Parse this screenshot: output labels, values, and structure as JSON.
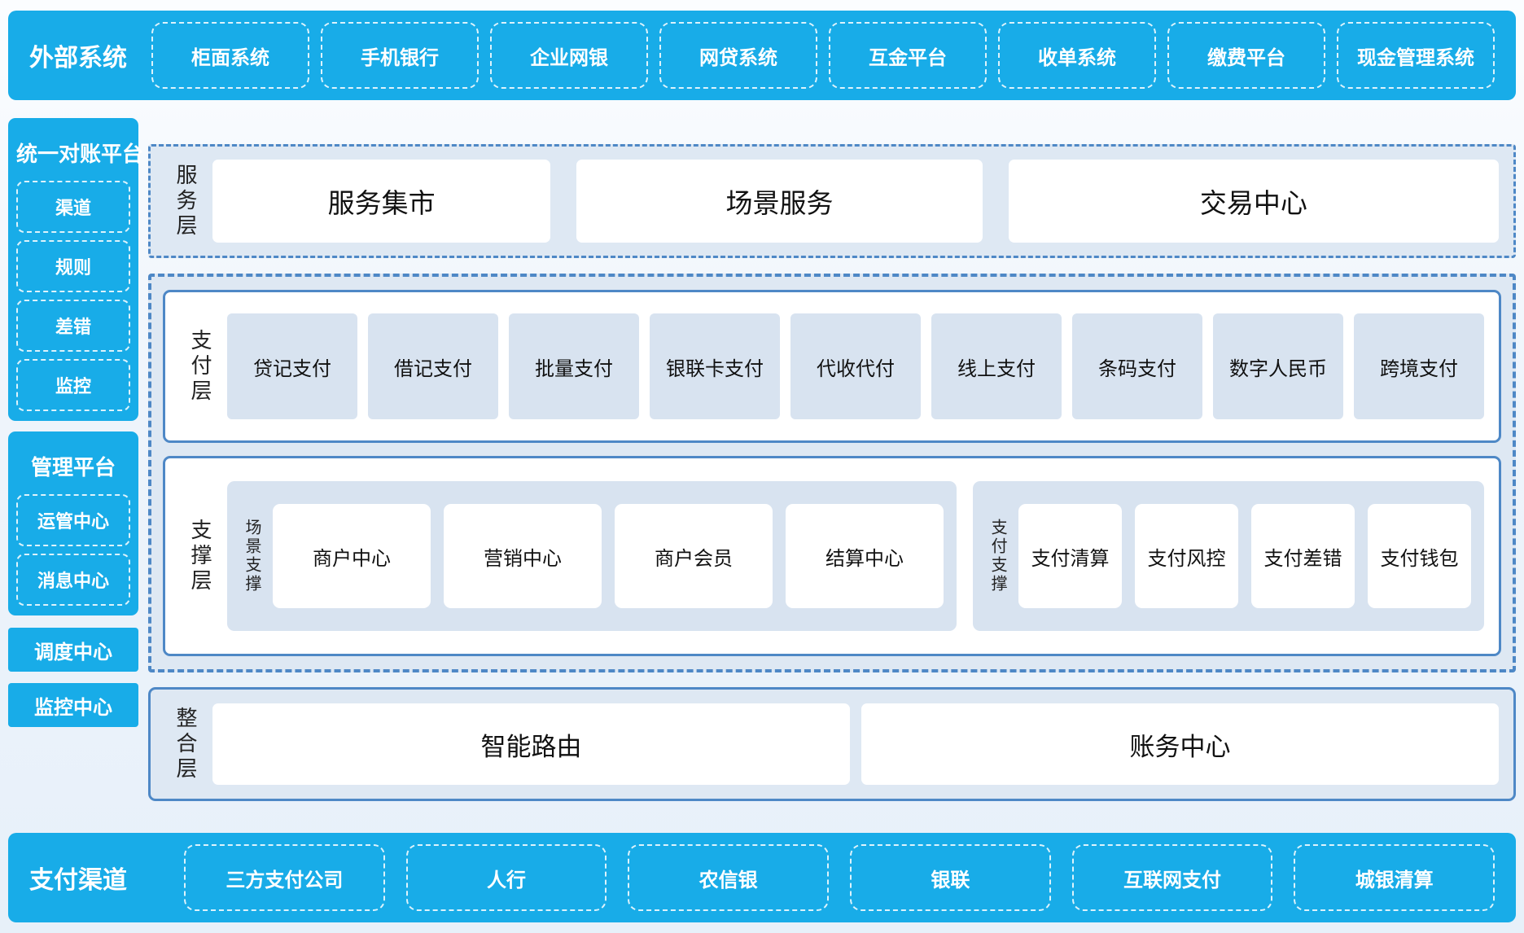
{
  "colors": {
    "accent_cyan": "#18ACE8",
    "panel_blue": "#dee8f3",
    "item_blue": "#d8e3f0",
    "border_blue": "#4E88C6",
    "box_white": "#ffffff"
  },
  "external_systems": {
    "title": "外部系统",
    "items": [
      "柜面系统",
      "手机银行",
      "企业网银",
      "网贷系统",
      "互金平台",
      "收单系统",
      "缴费平台",
      "现金管理系统"
    ]
  },
  "sidebar": {
    "reconciliation": {
      "title": "统一对账平台",
      "items": [
        "渠道",
        "规则",
        "差错",
        "监控"
      ]
    },
    "management": {
      "title": "管理平台",
      "items": [
        "运管中心",
        "消息中心"
      ]
    },
    "standalone": [
      "调度中心",
      "监控中心"
    ]
  },
  "service_layer": {
    "label": "服务层",
    "items": [
      "服务集市",
      "场景服务",
      "交易中心"
    ]
  },
  "payment_layer": {
    "label": "支付层",
    "items": [
      "贷记支付",
      "借记支付",
      "批量支付",
      "银联卡支付",
      "代收代付",
      "线上支付",
      "条码支付",
      "数字人民币",
      "跨境支付"
    ]
  },
  "support_layer": {
    "label": "支撑层",
    "groups": [
      {
        "label": "场景支撑",
        "items": [
          "商户中心",
          "营销中心",
          "商户会员",
          "结算中心"
        ]
      },
      {
        "label": "支付支撑",
        "items": [
          "支付清算",
          "支付风控",
          "支付差错",
          "支付钱包"
        ]
      }
    ]
  },
  "integration_layer": {
    "label": "整合层",
    "items": [
      "智能路由",
      "账务中心"
    ]
  },
  "payment_channels": {
    "title": "支付渠道",
    "items": [
      "三方支付公司",
      "人行",
      "农信银",
      "银联",
      "互联网支付",
      "城银清算"
    ]
  }
}
